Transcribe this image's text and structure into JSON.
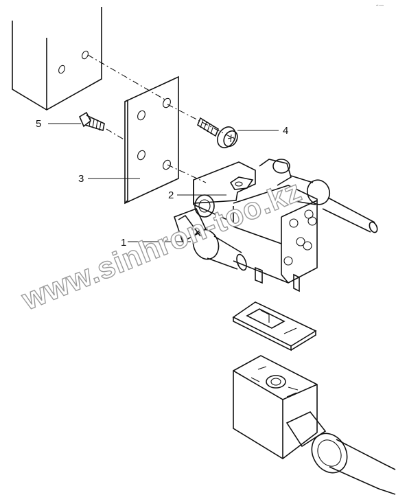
{
  "callouts": [
    {
      "id": "1",
      "label": "1"
    },
    {
      "id": "2",
      "label": "2"
    },
    {
      "id": "3",
      "label": "3"
    },
    {
      "id": "4",
      "label": "4"
    },
    {
      "id": "5",
      "label": "5"
    }
  ],
  "watermark": "www.sinhron-too.kz",
  "corner_mark": "sf-con"
}
